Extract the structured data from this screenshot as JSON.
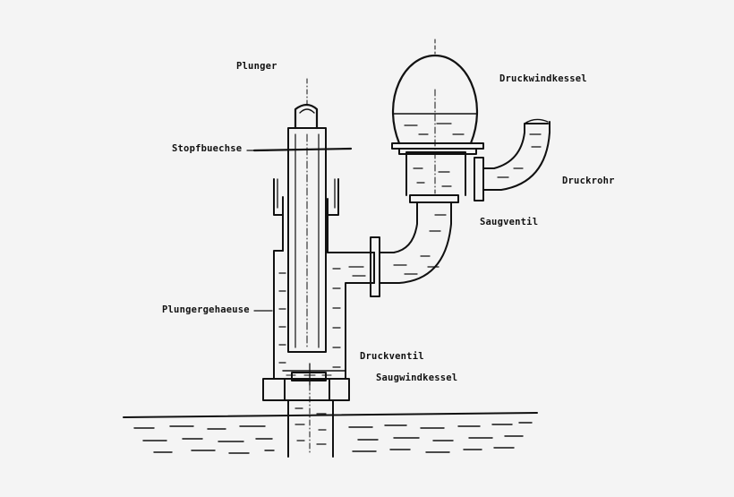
{
  "labels": {
    "plunger": "Plunger",
    "stopfbuechse": "Stopfbuechse",
    "plungergehaeuse": "Plungergehaeuse",
    "druckwindkessel": "Druckwindkessel",
    "druckrohr": "Druckrohr",
    "saugventil": "Saugventil",
    "druckventil": "Druckventil",
    "saugwindkessel": "Saugwindkessel"
  },
  "colors": {
    "ink": "#111111",
    "background": "#f4f4f4"
  }
}
